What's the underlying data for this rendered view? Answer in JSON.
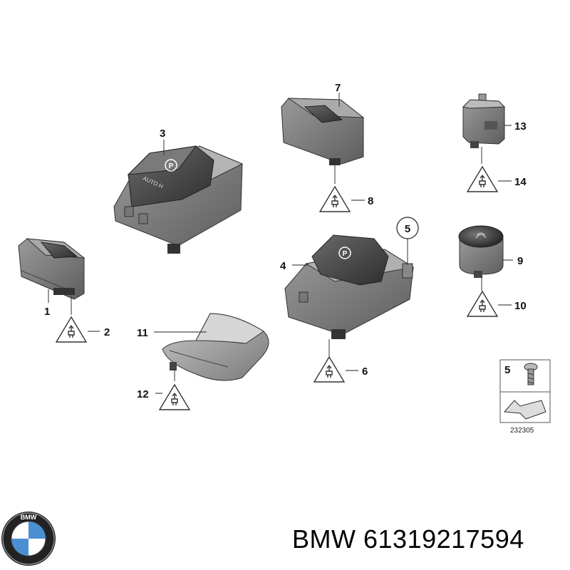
{
  "callouts": {
    "c1": "1",
    "c2": "2",
    "c3": "3",
    "c4": "4",
    "c5": "5",
    "c6": "6",
    "c7": "7",
    "c8": "8",
    "c9": "9",
    "c10": "10",
    "c11": "11",
    "c12": "12",
    "c13": "13",
    "c14": "14",
    "c5b": "5"
  },
  "switch_labels": {
    "auto_h": "AUTO H",
    "park_symbol": "P"
  },
  "diagram_code": "232305",
  "logo": {
    "text": "BMW"
  },
  "footer": {
    "brand": "BMW",
    "part_number": "61319217594"
  }
}
